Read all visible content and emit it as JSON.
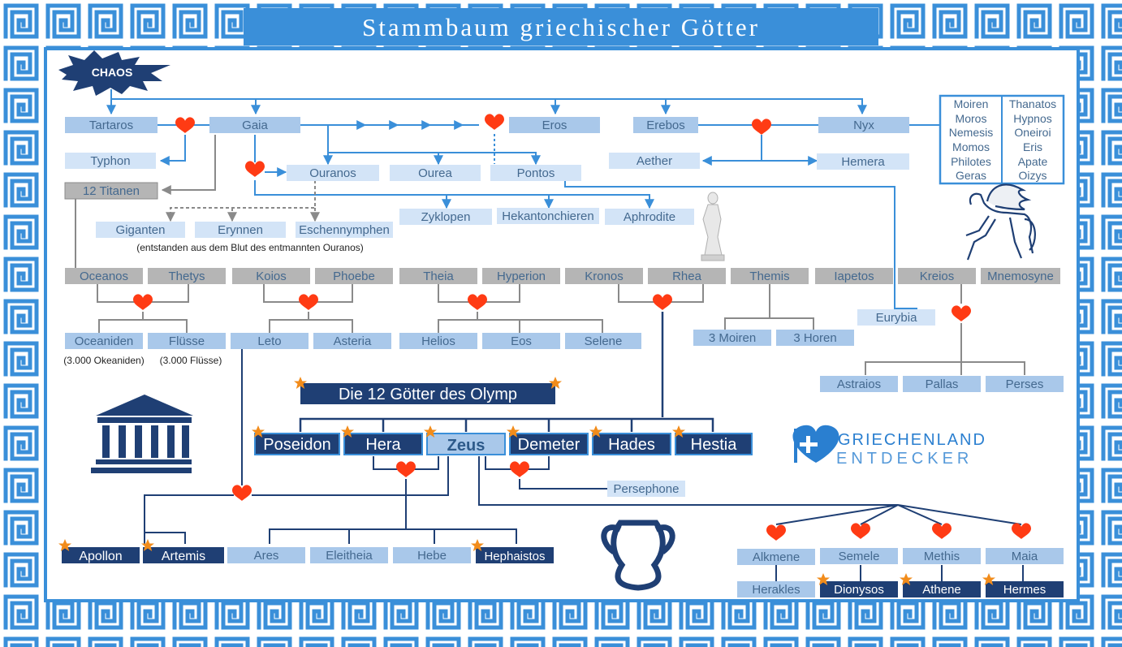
{
  "title": "Stammbaum griechischer Götter",
  "colors": {
    "border": "#3a8fd9",
    "accent": "#2a7fd0",
    "navy": "#1f3f74",
    "box_light": "#a9c8ea",
    "box_pale": "#d3e4f7",
    "box_gray": "#b5b5b5",
    "text": "#44698f",
    "heart": "#ff3b14",
    "star": "#f28c1b"
  },
  "chaos": "CHAOS",
  "primordials": {
    "tartaros": "Tartaros",
    "gaia": "Gaia",
    "eros": "Eros",
    "erebos": "Erebos",
    "nyx": "Nyx",
    "typhon": "Typhon",
    "titanen": "12 Titanen",
    "ouranos": "Ouranos",
    "ourea": "Ourea",
    "pontos": "Pontos",
    "aether": "Aether",
    "hemera": "Hemera"
  },
  "nyx_children_left": [
    "Moiren",
    "Moros",
    "Nemesis",
    "Momos",
    "Philotes",
    "Geras"
  ],
  "nyx_children_right": [
    "Thanatos",
    "Hypnos",
    "Oneiroi",
    "Eris",
    "Apate",
    "Oizys"
  ],
  "ouranos_blood": {
    "giganten": "Giganten",
    "erynnen": "Erynnen",
    "eschennymphen": "Eschennymphen",
    "note": "(entstanden aus dem Blut des entmannten Ouranos)"
  },
  "gaia_ouranos_children": {
    "zyklopen": "Zyklopen",
    "hekatoncheiren": "Hekantonchieren",
    "aphrodite": "Aphrodite"
  },
  "titans": [
    "Oceanos",
    "Thetys",
    "Koios",
    "Phoebe",
    "Theia",
    "Hyperion",
    "Kronos",
    "Rhea",
    "Themis",
    "Iapetos",
    "Kreios",
    "Mnemosyne"
  ],
  "titan_children": {
    "okeaniden": "Oceaniden",
    "fluesse": "Flüsse",
    "okeaniden_note": "(3.000 Okeaniden)",
    "fluesse_note": "(3.000 Flüsse)",
    "leto": "Leto",
    "asteria": "Asteria",
    "helios": "Helios",
    "eos": "Eos",
    "selene": "Selene",
    "moiren3": "3 Moiren",
    "horen3": "3 Horen",
    "eurybia": "Eurybia",
    "astraios": "Astraios",
    "pallas": "Pallas",
    "perses": "Perses"
  },
  "olymp_title": "Die 12 Götter des Olymp",
  "olympians": [
    "Poseidon",
    "Hera",
    "Zeus",
    "Demeter",
    "Hades",
    "Hestia"
  ],
  "persephone": "Persephone",
  "leto_children": [
    "Apollon",
    "Artemis"
  ],
  "hera_children": [
    "Ares",
    "Eleitheia",
    "Hebe",
    "Hephaistos"
  ],
  "zeus_partners": [
    "Alkmene",
    "Semele",
    "Methis",
    "Maia"
  ],
  "zeus_partner_children": [
    "Herakles",
    "Dionysos",
    "Athene",
    "Hermes"
  ],
  "logo": {
    "line1": "GRIECHENLAND",
    "line2": "ENTDECKER"
  }
}
